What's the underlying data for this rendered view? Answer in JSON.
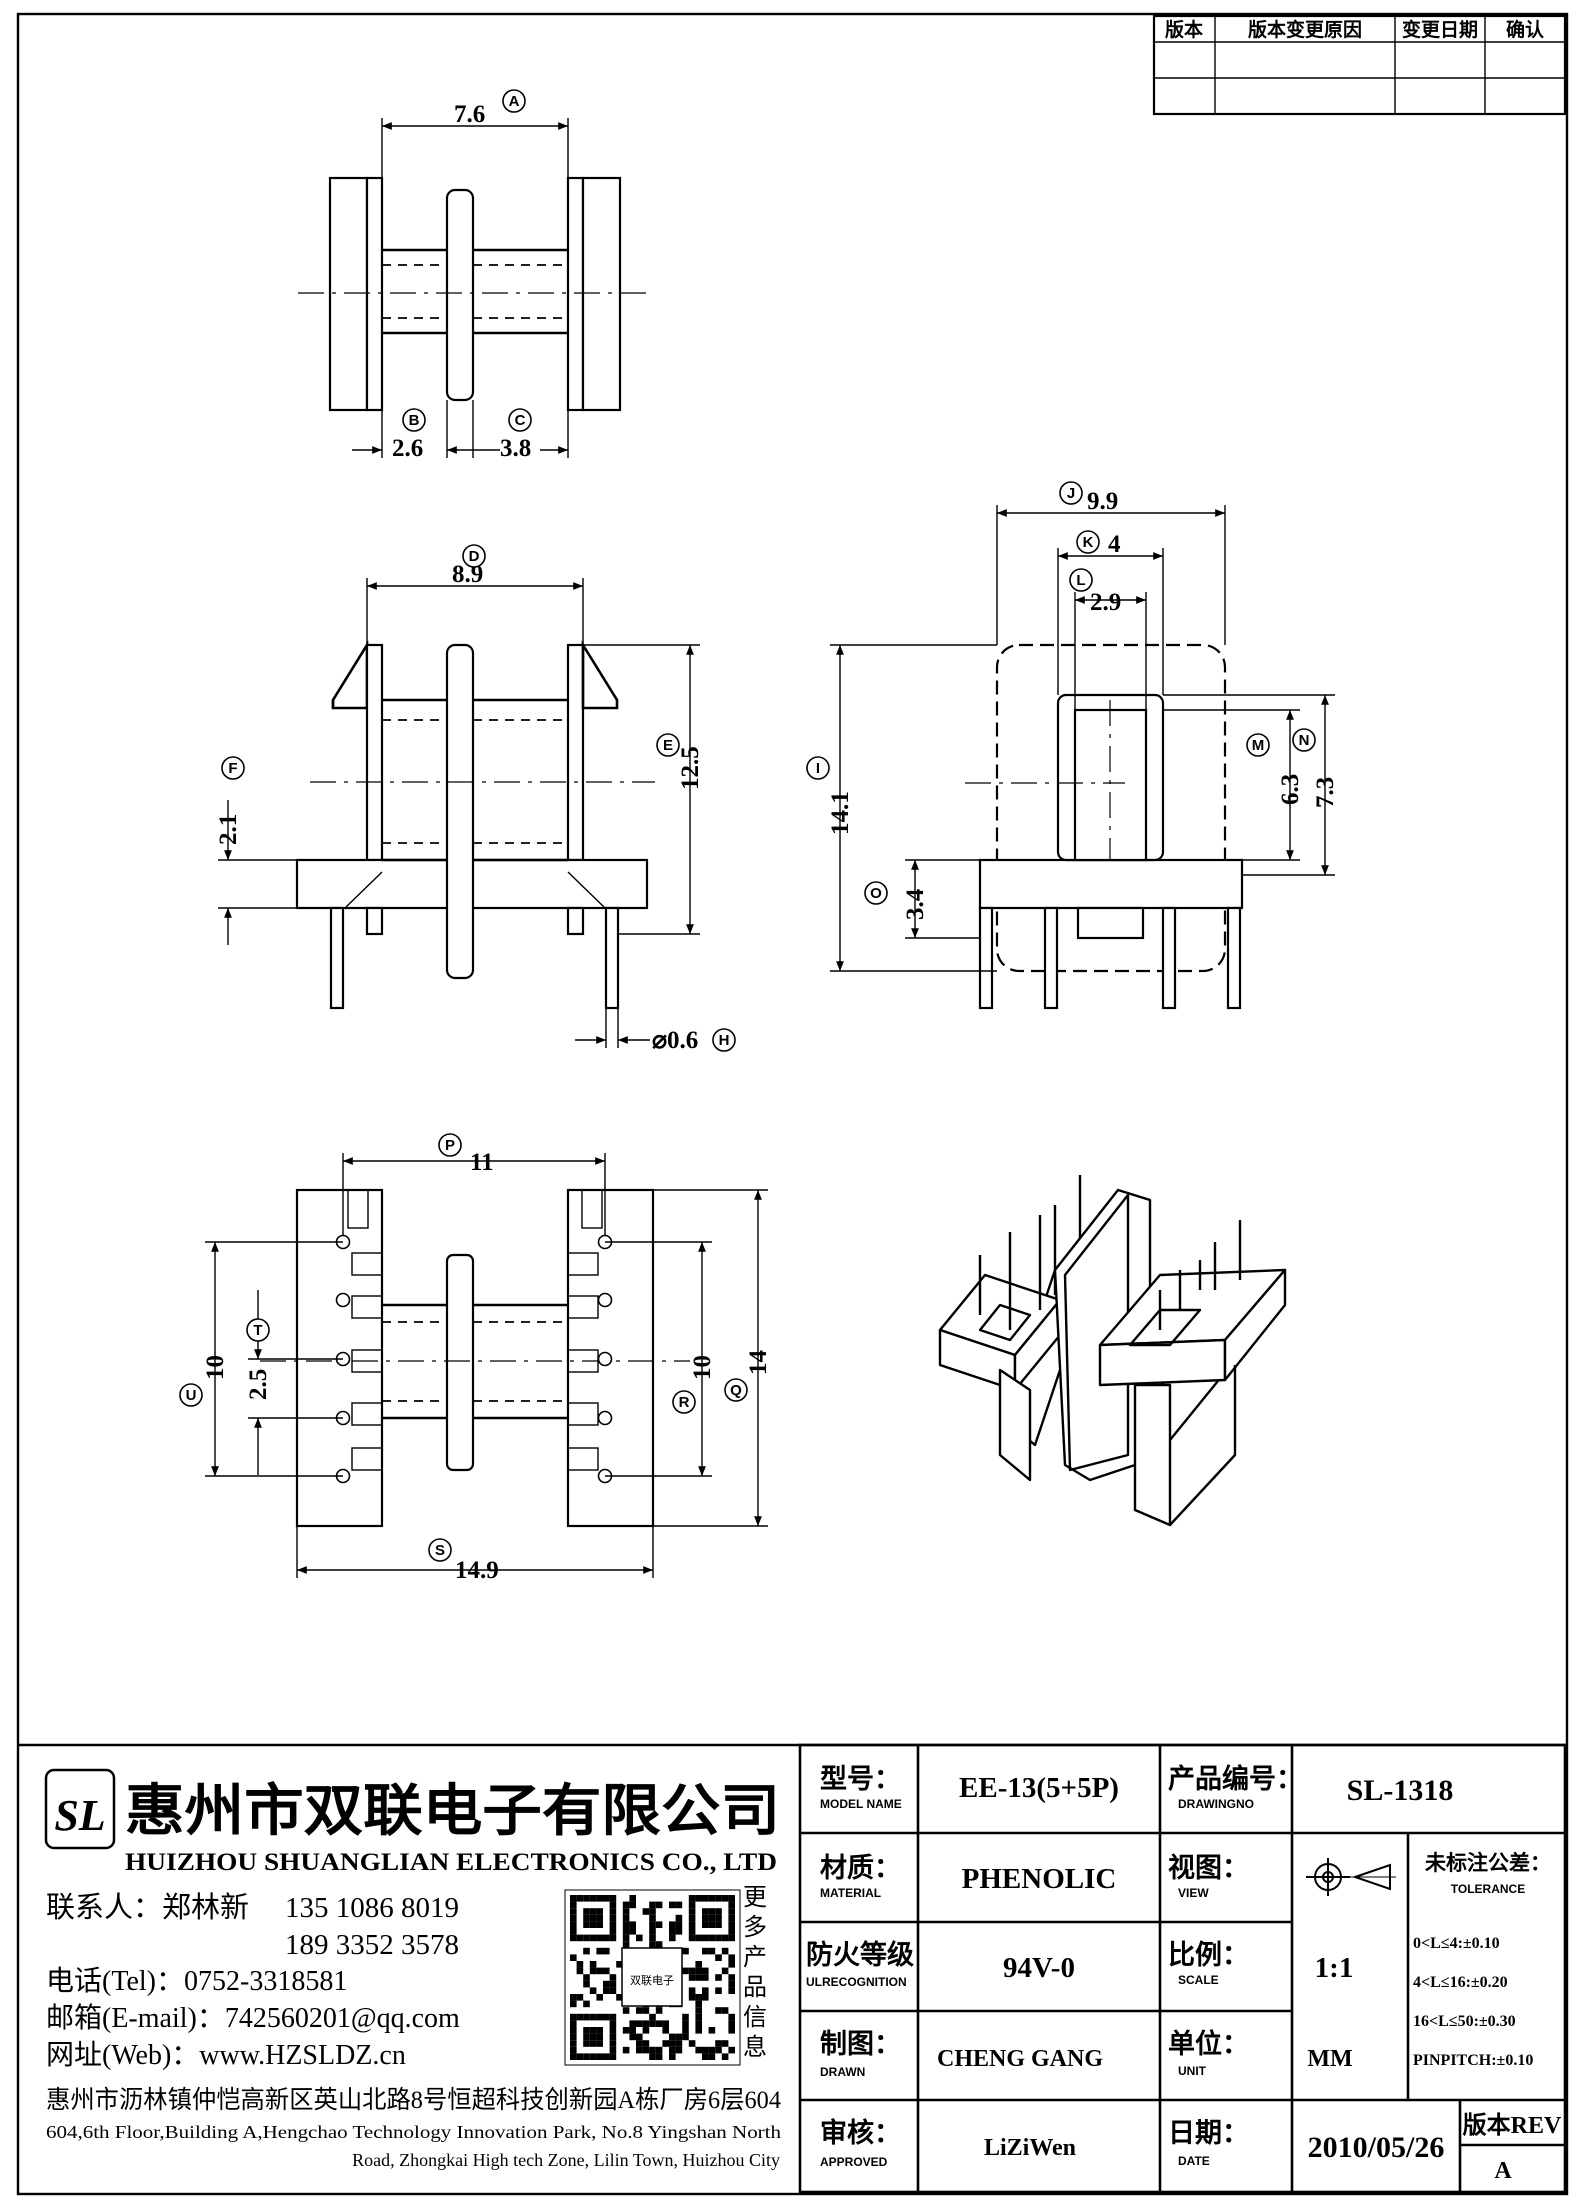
{
  "revision_table": {
    "headers": [
      "版本",
      "版本变更原因",
      "变更日期",
      "确认"
    ]
  },
  "dimensions": {
    "A": {
      "label": "A",
      "value": "7.6"
    },
    "B": {
      "label": "B",
      "value": "2.6"
    },
    "C": {
      "label": "C",
      "value": "3.8"
    },
    "D": {
      "label": "D",
      "value": "8.9"
    },
    "E": {
      "label": "E",
      "value": "12.5"
    },
    "F": {
      "label": "F",
      "value": "2.1"
    },
    "H": {
      "label": "H",
      "value": "⌀0.6"
    },
    "I": {
      "label": "I",
      "value": "14.1"
    },
    "J": {
      "label": "J",
      "value": "9.9"
    },
    "K": {
      "label": "K",
      "value": "4"
    },
    "L": {
      "label": "L",
      "value": "2.9"
    },
    "M": {
      "label": "M",
      "value": "6.3"
    },
    "N": {
      "label": "N",
      "value": "7.3"
    },
    "O": {
      "label": "O",
      "value": "3.4"
    },
    "P": {
      "label": "P",
      "value": "11"
    },
    "Q": {
      "label": "Q",
      "value": "14"
    },
    "R": {
      "label": "R",
      "value": "10"
    },
    "S": {
      "label": "S",
      "value": "14.9"
    },
    "T": {
      "label": "T",
      "value": "2.5"
    },
    "U": {
      "label": "U",
      "value": "10"
    }
  },
  "company": {
    "logo_letters": "SL",
    "name_cn": "惠州市双联电子有限公司",
    "name_en": "HUIZHOU SHUANGLIAN ELECTRONICS CO., LTD",
    "contact_label": "联系人：郑林新",
    "phone1": "135 1086 8019",
    "phone2": "189 3352 3578",
    "tel": "电话(Tel)：0752-3318581",
    "email": "邮箱(E-mail)：742560201@qq.com",
    "web": "网址(Web)：www.HZSLDZ.cn",
    "qr_caption": [
      "更",
      "多",
      "产",
      "品",
      "信",
      "息"
    ],
    "qr_center": "双联电子",
    "address_cn": "惠州市沥林镇仲恺高新区英山北路8号恒超科技创新园A栋厂房6层604",
    "address_en_1": "604,6th Floor,Building A,Hengchao Technology Innovation Park, No.8 Yingshan North",
    "address_en_2": "Road, Zhongkai High tech Zone, Lilin Town, Huizhou City"
  },
  "title_block": {
    "model_label_cn": "型号：",
    "model_label_en": "MODEL NAME",
    "model_value": "EE-13(5+5P)",
    "drawingno_label_cn": "产品编号：",
    "drawingno_label_en": "DRAWINGNO",
    "drawingno_value": "SL-1318",
    "material_label_cn": "材质：",
    "material_label_en": "MATERIAL",
    "material_value": "PHENOLIC",
    "view_label_cn": "视图：",
    "view_label_en": "VIEW",
    "tolerance_label_cn": "未标注公差：",
    "tolerance_label_en": "TOLERANCE",
    "tolerances": [
      "0<L≤4:±0.10",
      "4<L≤16:±0.20",
      "16<L≤50:±0.30",
      "PINPITCH:±0.10"
    ],
    "fire_label_cn": "防火等级",
    "fire_label_en": "ULRECOGNITION",
    "fire_value": "94V-0",
    "scale_label_cn": "比例：",
    "scale_label_en": "SCALE",
    "scale_value": "1:1",
    "drawn_label_cn": "制图：",
    "drawn_label_en": "DRAWN",
    "drawn_value": "CHENG GANG",
    "unit_label_cn": "单位：",
    "unit_label_en": "UNIT",
    "unit_value": "MM",
    "approved_label_cn": "审核：",
    "approved_label_en": "APPROVED",
    "approved_value": "LiZiWen",
    "date_label_cn": "日期：",
    "date_label_en": "DATE",
    "date_value": "2010/05/26",
    "rev_label": "版本REV",
    "rev_value": "A"
  }
}
